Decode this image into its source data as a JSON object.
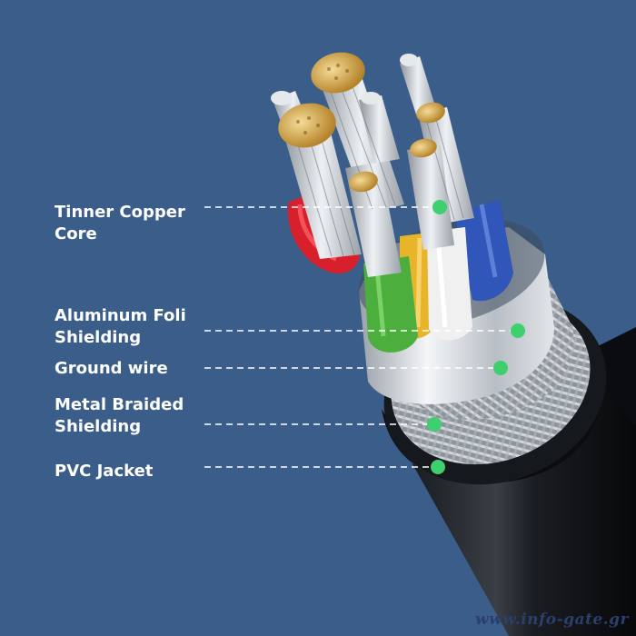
{
  "labels": {
    "copper_core": "Tinner Copper\nCore",
    "foil_shielding": "Aluminum Foli\nShielding",
    "ground_wire": "Ground wire",
    "braided_shielding": "Metal Braided\nShielding",
    "pvc_jacket": "PVC Jacket"
  },
  "watermark": "www.info-gate.gr",
  "colors": {
    "background": "#3a5d8a",
    "marker": "#3ecf6e",
    "jacket": "#111418",
    "wire_red": "#d8202c",
    "wire_green": "#4cae3c",
    "wire_yellow": "#e8b52a",
    "wire_white": "#f0f0f0",
    "wire_blue": "#2f56b8",
    "copper": "#c99a3c"
  }
}
